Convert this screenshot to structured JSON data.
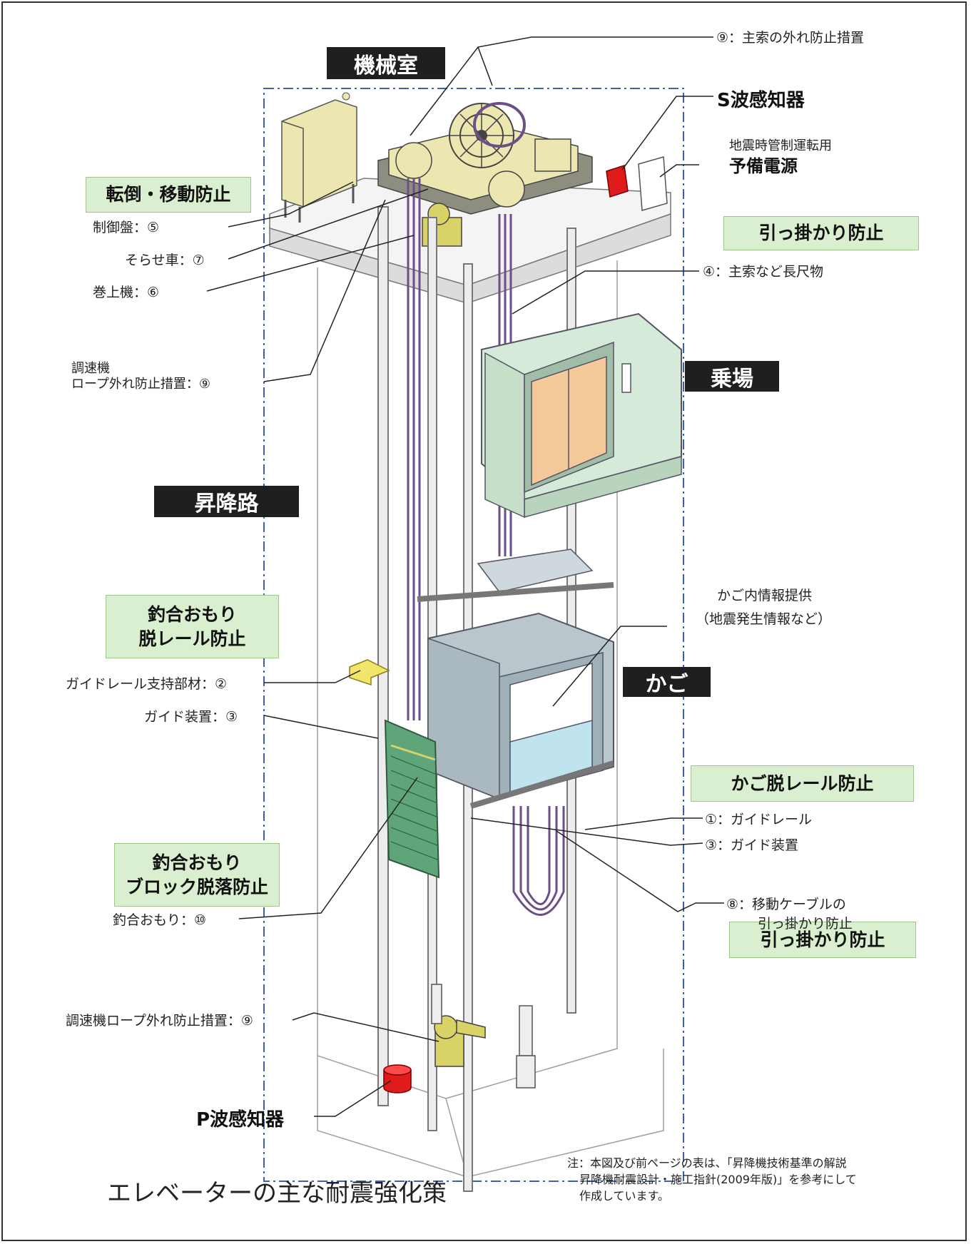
{
  "headers": {
    "machine_room": "機械室",
    "landing": "乗場",
    "hoistway": "昇降路",
    "car": "かご"
  },
  "badges": {
    "tip_over": "転倒・移動防止",
    "snag1": "引っ掛かり防止",
    "cw_derail_1": "釣合おもり",
    "cw_derail_2": "脱レール防止",
    "cw_block_1": "釣合おもり",
    "cw_block_2": "ブロック脱落防止",
    "car_derail": "かご脱レール防止",
    "snag2": "引っ掛かり防止"
  },
  "callouts": {
    "rope_dislodge_top": "⑨：主索の外れ防止措置",
    "s_wave": "S波感知器",
    "backup_power_1": "地震時管制運転用",
    "backup_power_2": "予備電源",
    "control_panel": "制御盤：⑤",
    "deflector": "そらせ車：⑦",
    "hoist": "巻上機：⑥",
    "main_ropes": "④：主索など長尺物",
    "governor_1": "調速機",
    "governor_2": "ロープ外れ防止措置：⑨",
    "car_info_1": "かご内情報提供",
    "car_info_2": "（地震発生情報など）",
    "rail_support": "ガイドレール支持部材：②",
    "guide_device_left": "ガイド装置：③",
    "guide_rail": "①：ガイドレール",
    "guide_device_right": "③：ガイド装置",
    "counterweight": "釣合おもり：⑩",
    "travel_cable_1": "⑧：移動ケーブルの",
    "travel_cable_2": "引っ掛かり防止",
    "governor_bottom": "調速機ロープ外れ防止措置：⑨",
    "p_wave": "P波感知器"
  },
  "footer": {
    "title": "エレベーターの主な耐震強化策",
    "note_1": "注：本図及び前ページの表は、「昇降機技術基準の解説",
    "note_2": "昇降機耐震設計・施工指針(2009年版)」を参考にして",
    "note_3": "作成しています。"
  },
  "colors": {
    "header_bg": "#1f1f1f",
    "badge_bg": "#d9efd0",
    "sensor_red": "#e01b1b",
    "machine_yellow": "#ece7b0",
    "car_gray": "#b9c6cc",
    "counterweight_green": "#5fa57a",
    "landing_green": "#d6ead9",
    "door_orange": "#f3c99a",
    "rope_purple": "#6b4f86"
  }
}
